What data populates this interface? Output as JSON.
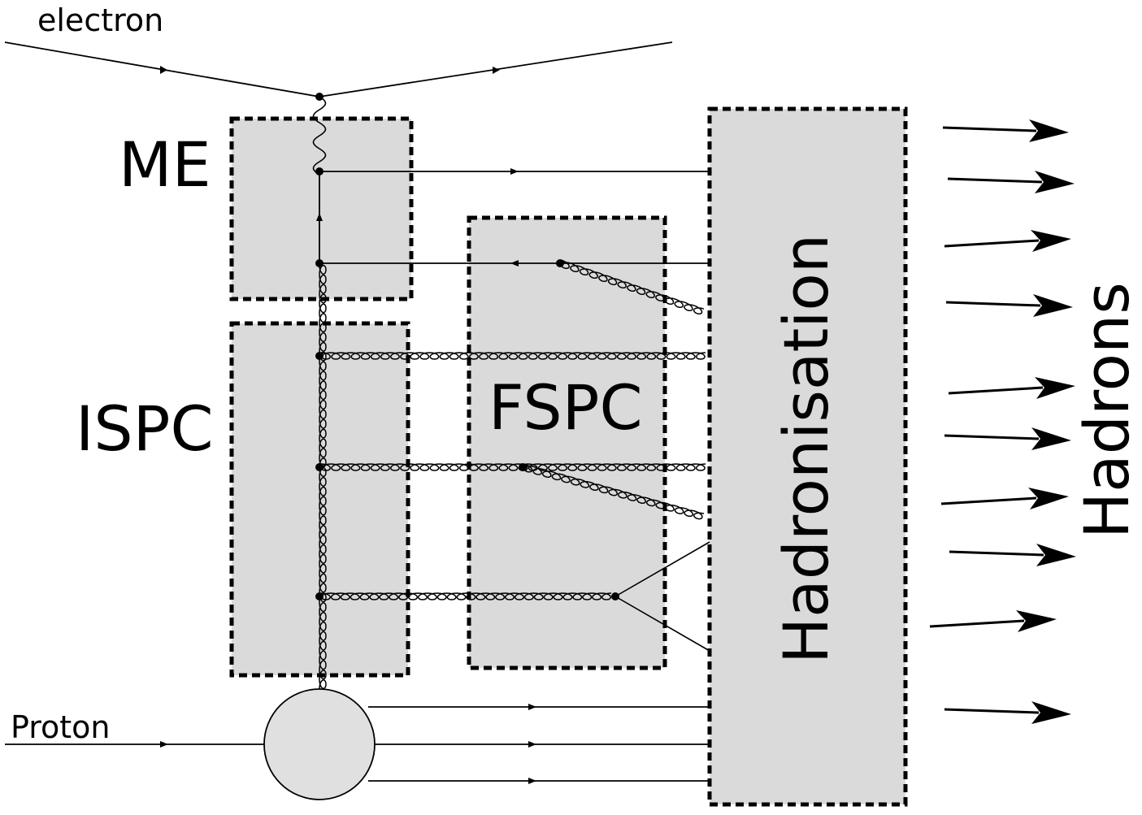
{
  "labels": {
    "electron": "electron",
    "proton": "Proton",
    "me": "ME",
    "ispc": "ISPC",
    "fspc": "FSPC",
    "hadronisation": "Hadronisation",
    "hadrons": "Hadrons"
  },
  "colors": {
    "box_fill": "#dadada",
    "proton_fill": "#e0e0e0",
    "line": "#000000"
  }
}
